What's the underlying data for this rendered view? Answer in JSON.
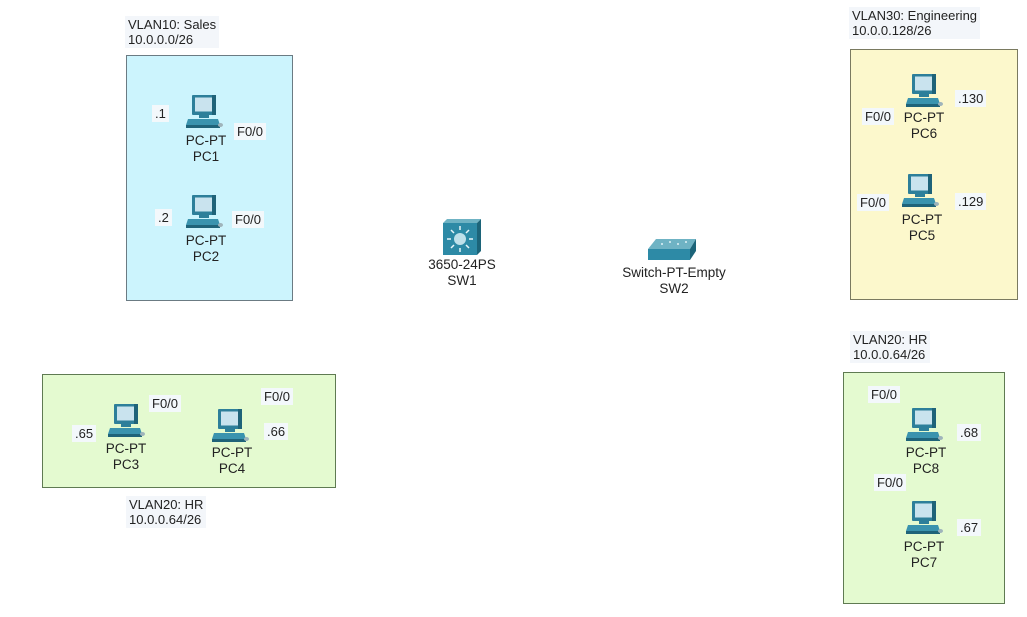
{
  "areas": {
    "sales": {
      "title": "VLAN10: Sales",
      "subnet": "10.0.0.0/26",
      "color": "#ccf4fd"
    },
    "engineering": {
      "title": "VLAN30: Engineering",
      "subnet": "10.0.0.128/26",
      "color": "#fcf8cc"
    },
    "hr_left": {
      "title": "VLAN20: HR",
      "subnet": "10.0.0.64/26",
      "color": "#e4fad0"
    },
    "hr_right": {
      "title": "VLAN20: HR",
      "subnet": "10.0.0.64/26",
      "color": "#e4fad0"
    }
  },
  "devices": {
    "pc1": {
      "model": "PC-PT",
      "name": "PC1",
      "ip": ".1",
      "port": "F0/0",
      "icon": "pc-icon"
    },
    "pc2": {
      "model": "PC-PT",
      "name": "PC2",
      "ip": ".2",
      "port": "F0/0",
      "icon": "pc-icon"
    },
    "pc3": {
      "model": "PC-PT",
      "name": "PC3",
      "ip": ".65",
      "port": "F0/0",
      "icon": "pc-icon"
    },
    "pc4": {
      "model": "PC-PT",
      "name": "PC4",
      "ip": ".66",
      "port": "F0/0",
      "icon": "pc-icon"
    },
    "pc5": {
      "model": "PC-PT",
      "name": "PC5",
      "ip": ".129",
      "port": "F0/0",
      "icon": "pc-icon"
    },
    "pc6": {
      "model": "PC-PT",
      "name": "PC6",
      "ip": ".130",
      "port": "F0/0",
      "icon": "pc-icon"
    },
    "pc7": {
      "model": "PC-PT",
      "name": "PC7",
      "ip": ".67",
      "port": "F0/0",
      "icon": "pc-icon"
    },
    "pc8": {
      "model": "PC-PT",
      "name": "PC8",
      "ip": ".68",
      "port": "F0/0",
      "icon": "pc-icon"
    },
    "sw1": {
      "model": "3650-24PS",
      "name": "SW1",
      "icon": "multilayer-switch-icon"
    },
    "sw2": {
      "model": "Switch-PT-Empty",
      "name": "SW2",
      "icon": "switch-icon"
    }
  }
}
